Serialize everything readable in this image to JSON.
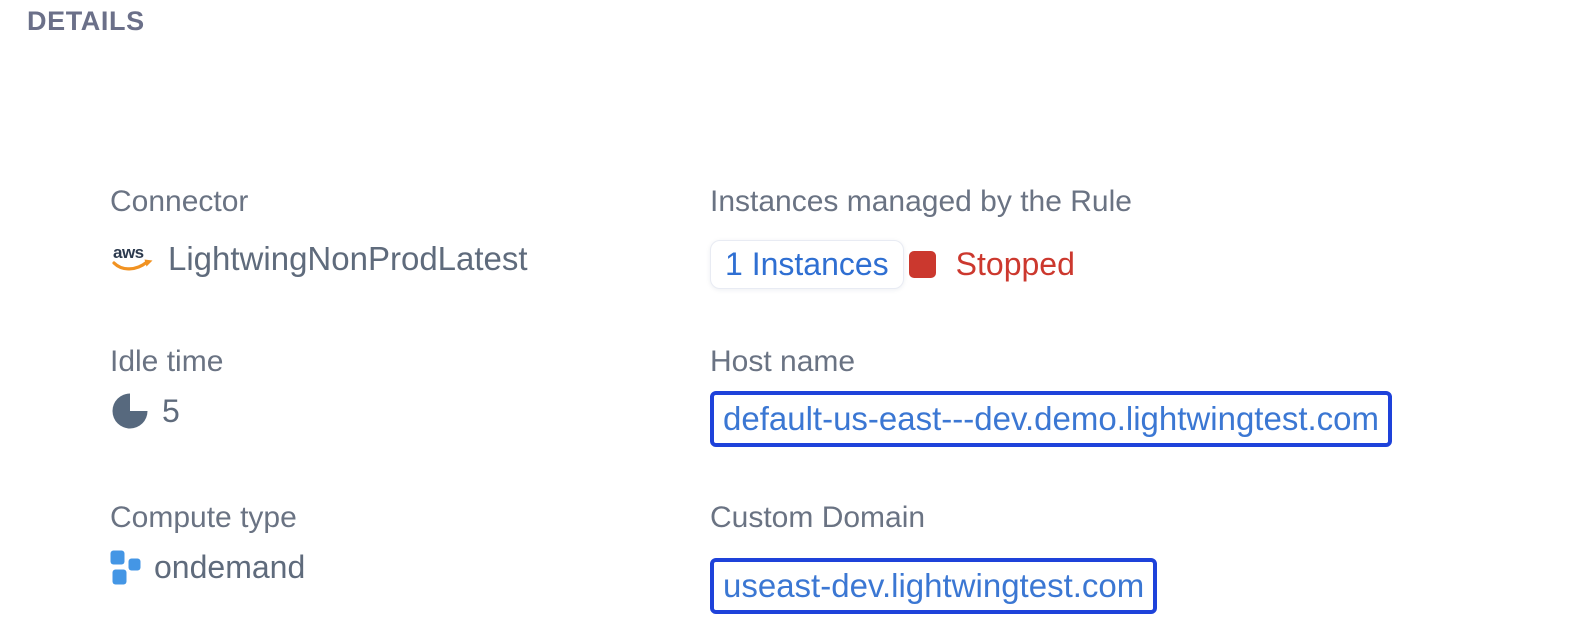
{
  "section": {
    "title": "DETAILS"
  },
  "colors": {
    "heading_text": "#6b7089",
    "label_text": "#6a7383",
    "value_text": "#5f6b7c",
    "link_blue": "#3b77d3",
    "count_link_blue": "#2f6fd2",
    "box_border_blue": "#1e42da",
    "status_red": "#cb382e",
    "aws_orange": "#f19221",
    "aws_text_navy": "#2c3a4e",
    "pie_icon_slate": "#57697e",
    "compute_icon_blue": "#4496e5",
    "badge_border": "#e8ebf3",
    "background": "#ffffff"
  },
  "fields": {
    "connector": {
      "label": "Connector",
      "aws_logo_text": "aws",
      "value": "LightwingNonProdLatest"
    },
    "instances": {
      "label": "Instances managed by the Rule",
      "count_text": "1 Instances",
      "status_text": "Stopped"
    },
    "idle_time": {
      "label": "Idle time",
      "value": "5"
    },
    "host_name": {
      "label": "Host name",
      "value": "default-us-east---dev.demo.lightwingtest.com"
    },
    "compute_type": {
      "label": "Compute type",
      "value": "ondemand"
    },
    "custom_domain": {
      "label": "Custom Domain",
      "value": "useast-dev.lightwingtest.com"
    }
  }
}
